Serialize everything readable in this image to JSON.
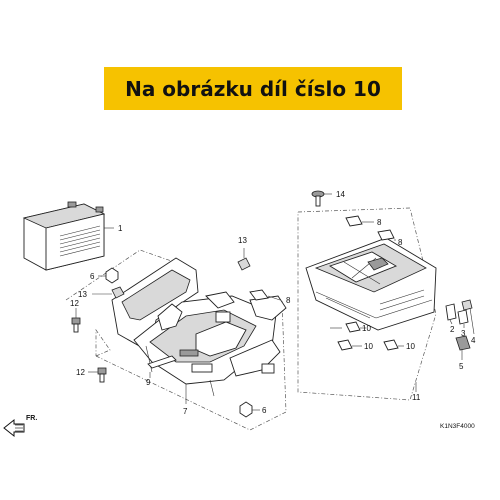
{
  "banner": {
    "text": "Na obrázku díl číslo 10",
    "background": "#f6c200"
  },
  "callouts": {
    "c1": "1",
    "c2": "2",
    "c3": "3",
    "c4": "4",
    "c5": "5",
    "c6a": "6",
    "c6b": "6",
    "c7": "7",
    "c8a": "8",
    "c8b": "8",
    "c8c": "8",
    "c9": "9",
    "c10a": "10",
    "c10b": "10",
    "c10c": "10",
    "c11": "11",
    "c12a": "12",
    "c12b": "12",
    "c13a": "13",
    "c13b": "13",
    "c14": "14"
  },
  "direction_label": "FR.",
  "diagram_code": "K1N3F4000"
}
